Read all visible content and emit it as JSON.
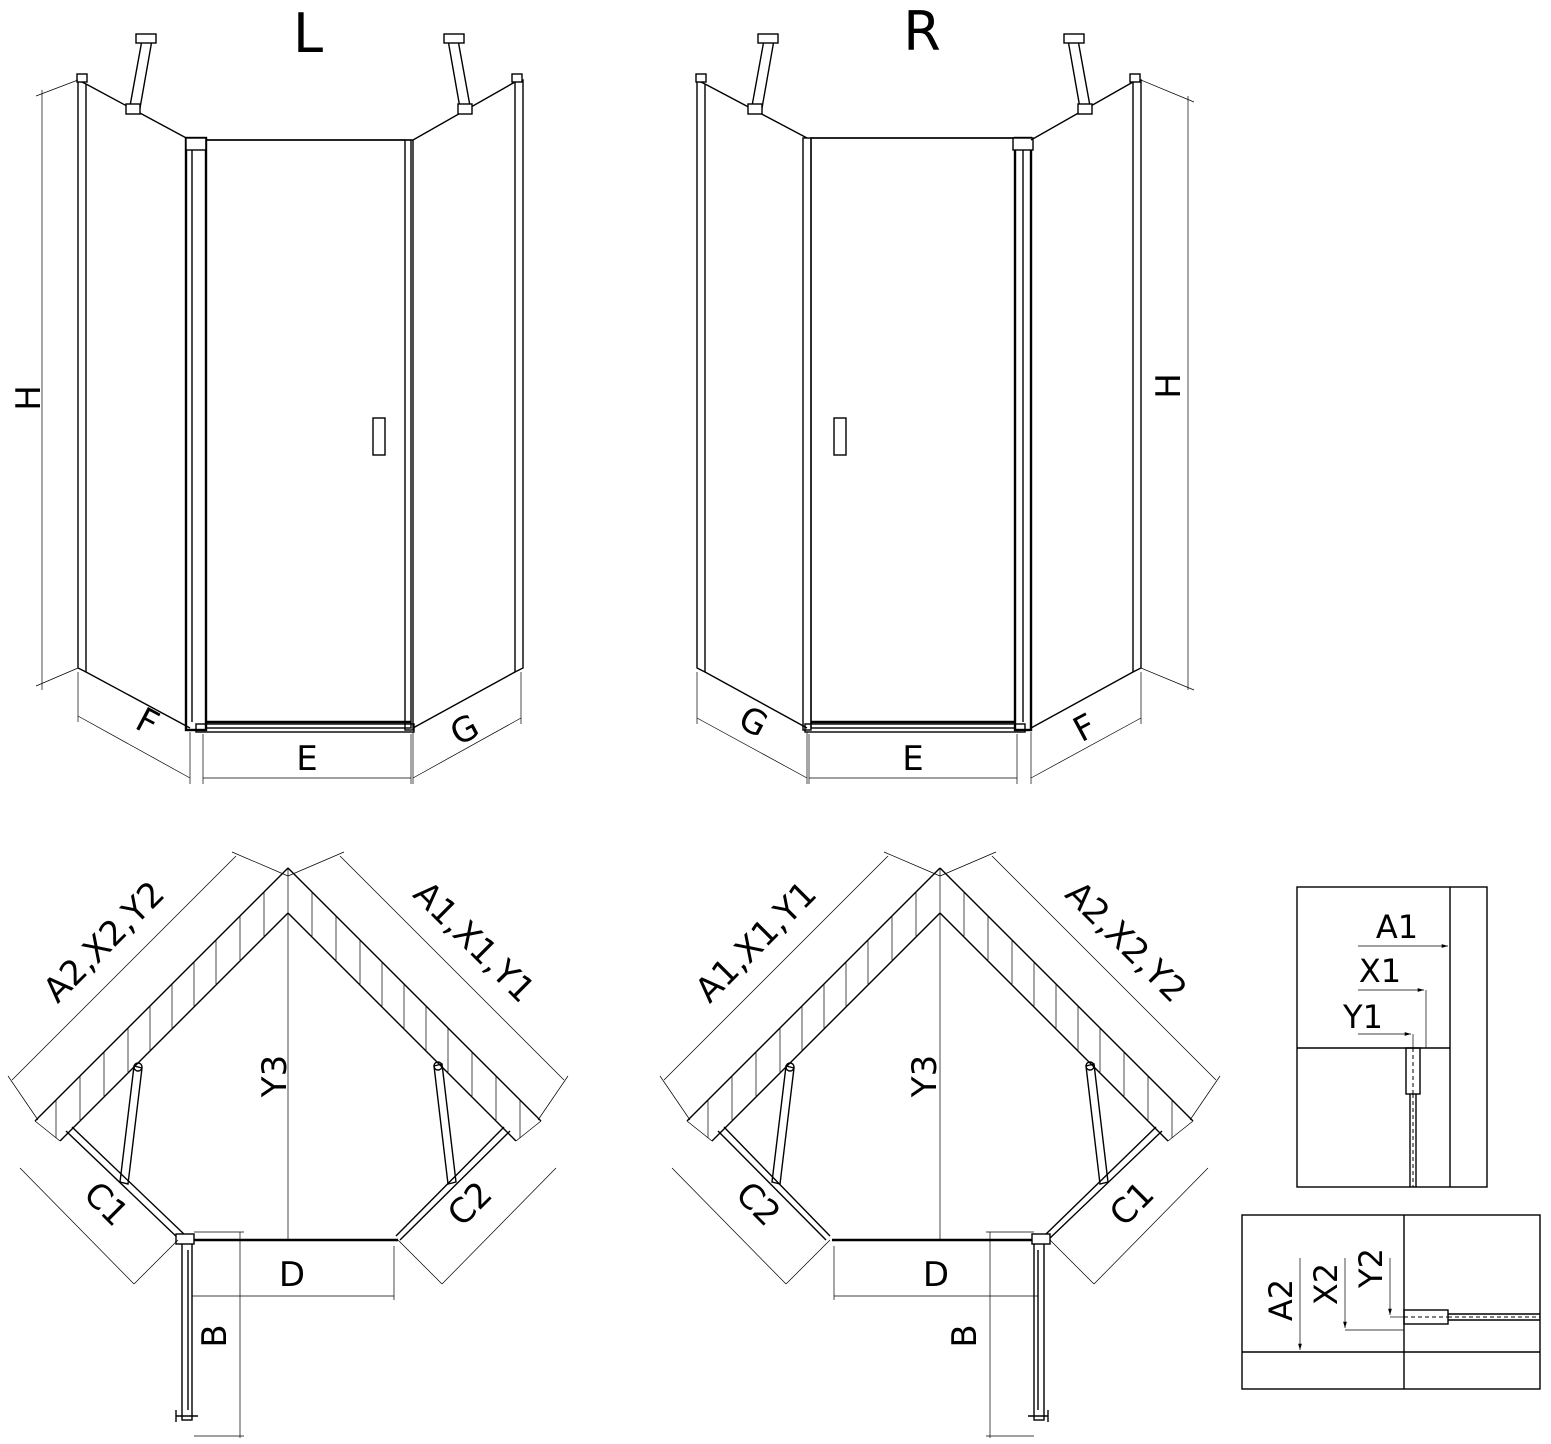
{
  "variants": {
    "left": "L",
    "right": "R"
  },
  "elevation_left": {
    "height": "H",
    "door_width": "E",
    "left_panel": "F",
    "right_panel": "G"
  },
  "elevation_right": {
    "height": "H",
    "door_width": "E",
    "left_panel": "G",
    "right_panel": "F"
  },
  "plan_left": {
    "wall_left": "A2,X2,Y2",
    "wall_right": "A1,X1,Y1",
    "depth": "Y3",
    "side_left": "C1",
    "side_right": "C2",
    "door": "D",
    "door_swing": "B"
  },
  "plan_right": {
    "wall_left": "A1,X1,Y1",
    "wall_right": "A2,X2,Y2",
    "depth": "Y3",
    "side_left": "C2",
    "side_right": "C1",
    "door": "D",
    "door_swing": "B"
  },
  "detail_top": {
    "labels": [
      "A1",
      "X1",
      "Y1"
    ]
  },
  "detail_bottom": {
    "labels": [
      "A2",
      "X2",
      "Y2"
    ]
  }
}
